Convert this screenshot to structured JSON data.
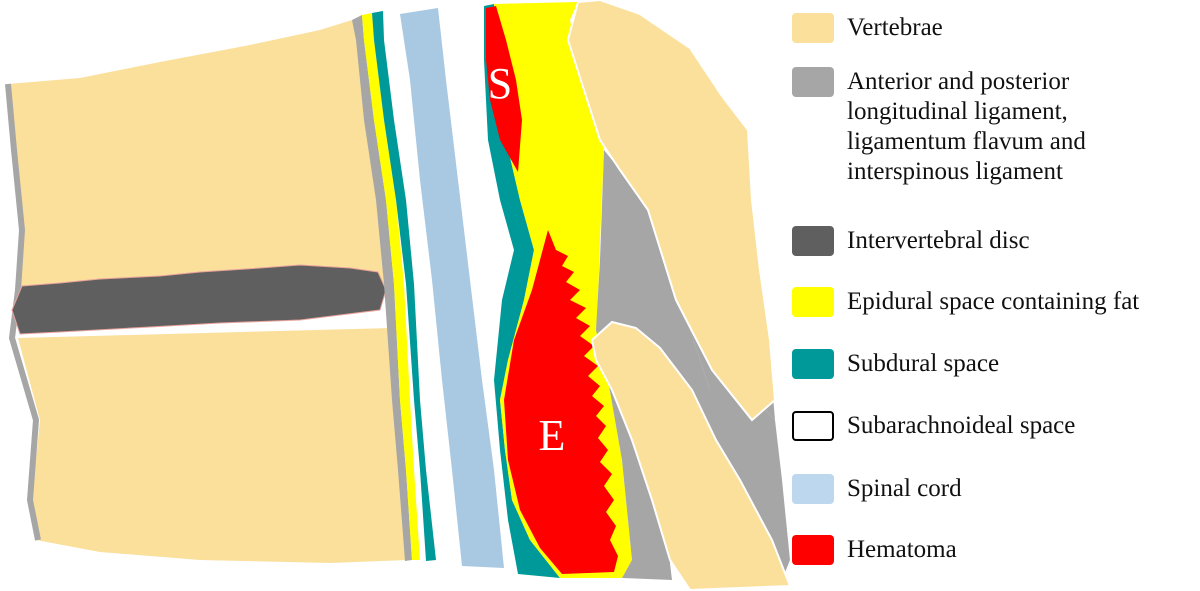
{
  "colors": {
    "vertebrae": "#fbe09c",
    "ligament": "#a6a6a6",
    "disc": "#5f5f5f",
    "epidural": "#ffff00",
    "subdural": "#009999",
    "subarachnoid": "#ffffff",
    "spinal_cord": "#a9c8e2",
    "hematoma": "#ff0000"
  },
  "regions": {
    "s_label": "S",
    "e_label": "E"
  },
  "legend": [
    {
      "label": "Vertebrae",
      "color": "#fbe09c"
    },
    {
      "label": "Anterior and posterior longitudinal ligament, ligamentum flavum and interspinous ligament",
      "color": "#a6a6a6"
    },
    {
      "label": "Intervertebral disc",
      "color": "#5f5f5f"
    },
    {
      "label": "Epidural space containing fat",
      "color": "#ffff00"
    },
    {
      "label": "Subdural space",
      "color": "#009999"
    },
    {
      "label": "Subarachnoideal space",
      "color": "#ffffff"
    },
    {
      "label": "Spinal cord",
      "color": "#bdd7ee"
    },
    {
      "label": "Hematoma",
      "color": "#ff0000"
    }
  ]
}
